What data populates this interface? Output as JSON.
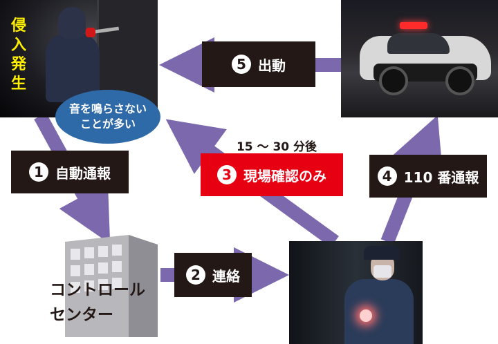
{
  "intrusion": {
    "label": "侵入発生"
  },
  "note_bubble": {
    "line1": "音を鳴らさない",
    "line2": "ことが多い"
  },
  "steps": [
    {
      "number": "1",
      "label": "自動通報"
    },
    {
      "number": "2",
      "label": "連絡"
    },
    {
      "number": "3",
      "label": "現場確認のみ"
    },
    {
      "number": "4",
      "label": "110 番通報"
    },
    {
      "number": "5",
      "label": "出動"
    }
  ],
  "time_note": "15 ～ 30 分後",
  "control_center": {
    "line1": "コントロール",
    "line2": "センター"
  },
  "colors": {
    "arrow": "#7b68ad",
    "label_bg": "#231815",
    "highlight": "#e60012",
    "bubble": "#2e6aa8",
    "intrusion_text": "#ffef00"
  }
}
